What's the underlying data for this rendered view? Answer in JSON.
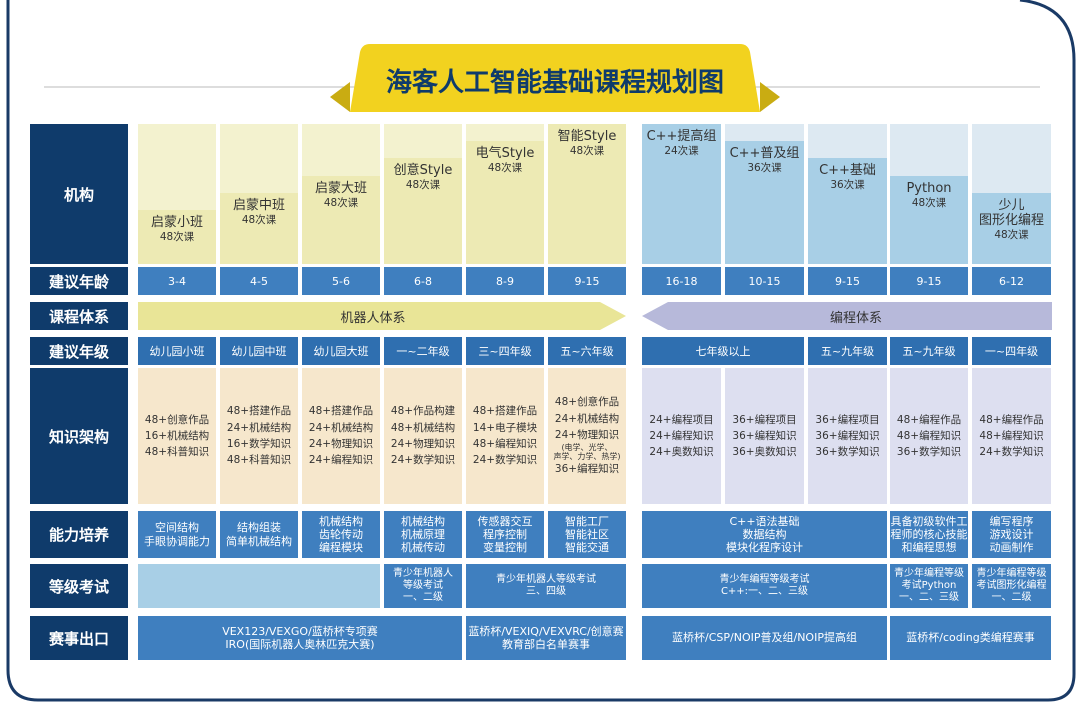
{
  "title": "海客人工智能基础课程规划图",
  "rows": {
    "org": "机构",
    "age": "建议年龄",
    "system": "课程体系",
    "grade": "建议年级",
    "knowledge": "知识架构",
    "ability": "能力培养",
    "exam": "等级考试",
    "contest": "赛事出口"
  },
  "courses": [
    {
      "name": "启蒙小班",
      "lessons": "48次课",
      "age": "3-4",
      "grade": "幼儿园小班",
      "knowledge": "48+创意作品\n16+机械结构\n48+科普知识",
      "ability": "空间结构\n手眼协调能力"
    },
    {
      "name": "启蒙中班",
      "lessons": "48次课",
      "age": "4-5",
      "grade": "幼儿园中班",
      "knowledge": "48+搭建作品\n24+机械结构\n16+数学知识\n48+科普知识",
      "ability": "结构组装\n简单机械结构"
    },
    {
      "name": "启蒙大班",
      "lessons": "48次课",
      "age": "5-6",
      "grade": "幼儿园大班",
      "knowledge": "48+搭建作品\n24+机械结构\n24+物理知识\n24+编程知识",
      "ability": "机械结构\n齿轮传动\n编程模块"
    },
    {
      "name": "创意Style",
      "lessons": "48次课",
      "age": "6-8",
      "grade": "一~二年级",
      "knowledge": "48+作品构建\n48+机械结构\n24+物理知识\n24+数学知识",
      "ability": "机械结构\n机械原理\n机械传动"
    },
    {
      "name": "电气Style",
      "lessons": "48次课",
      "age": "8-9",
      "grade": "三~四年级",
      "knowledge": "48+搭建作品\n14+电子模块\n48+编程知识\n24+数学知识",
      "ability": "传感器交互\n程序控制\n变量控制"
    },
    {
      "name": "智能Style",
      "lessons": "48次课",
      "age": "9-15",
      "grade": "五~六年级",
      "knowledge_a": "48+创意作品\n24+机械结构\n24+物理知识",
      "knowledge_b": "(电学、光学、\n声学、力学、热学)",
      "knowledge_c": "36+编程知识",
      "ability": "智能工厂\n智能社区\n智能交通"
    },
    {
      "name": "C++提高组",
      "lessons": "24次课",
      "age": "16-18",
      "knowledge": "24+编程项目\n24+编程知识\n24+奥数知识"
    },
    {
      "name": "C++普及组",
      "lessons": "36次课",
      "age": "10-15",
      "knowledge": "36+编程项目\n36+编程知识\n36+奥数知识"
    },
    {
      "name": "C++基础",
      "lessons": "36次课",
      "age": "9-15",
      "grade": "五~九年级",
      "knowledge": "36+编程项目\n36+编程知识\n36+数学知识"
    },
    {
      "name": "Python",
      "lessons": "48次课",
      "age": "9-15",
      "grade": "五~九年级",
      "knowledge": "48+编程作品\n48+编程知识\n36+数学知识",
      "ability": "具备初级软件工\n程师的核心技能\n和编程思想",
      "exam": "青少年编程等级\n考试Python\n一、二、三级"
    },
    {
      "name": "少儿\n图形化编程",
      "lessons": "48次课",
      "age": "6-12",
      "grade": "一~四年级",
      "knowledge": "48+编程作品\n48+编程知识\n24+数学知识",
      "ability": "编写程序\n游戏设计\n动画制作",
      "exam": "青少年编程等级\n考试图形化编程\n一、二级"
    }
  ],
  "system": {
    "robot": "机器人体系",
    "coding": "编程体系"
  },
  "grade_merged": "七年级以上",
  "ability_cpp": "C++语法基础\n数据结构\n模块化程序设计",
  "exam": {
    "robot_a": "青少年机器人\n等级考试\n一、二级",
    "robot_b": "青少年机器人等级考试\n三、四级",
    "cpp": "青少年编程等级考试\nC++:一、二、三级"
  },
  "contest": {
    "a": "VEX123/VEXGO/蓝桥杯专项赛\nIRO(国际机器人奥林匹克大赛)",
    "b": "蓝桥杯/VEXIQ/VEXVRC/创意赛\n教育部白名单赛事",
    "c": "蓝桥杯/CSP/NOIP普及组/NOIP提高组",
    "d": "蓝桥杯/coding类编程赛事"
  },
  "colors": {
    "navy": "#0f3b6b",
    "yellow": "#f2d21f",
    "robot_pale": "#f3f2cf",
    "robot_card": "#edeab4",
    "code_pale": "#dde9f2",
    "code_card": "#a8cfe6",
    "blue": "#3f7fbf",
    "know_robot": "#f6e7cc",
    "know_code": "#dddff0"
  }
}
